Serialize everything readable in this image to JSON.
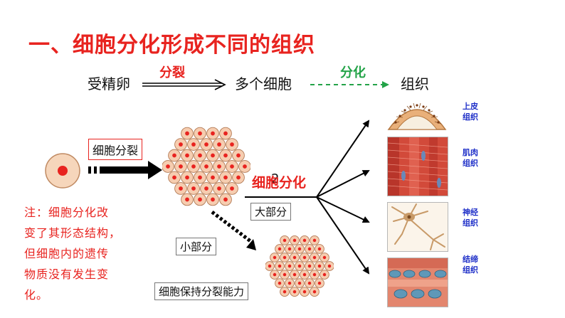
{
  "title": "一、细胞分化形成不同的组织",
  "flow": {
    "zygote": "受精卵",
    "division_label": "分裂",
    "many_cells": "多个细胞",
    "differentiation_label": "分化",
    "tissue": "组织"
  },
  "boxes": {
    "cell_division": "细胞分裂",
    "majority": "大部分",
    "minority": "小部分",
    "keep_division": "细胞保持分裂能力"
  },
  "differentiation_label": "细胞分化",
  "overlap_digit": "2",
  "note_lines": [
    "注：细胞分化改",
    "变了其形态结构，",
    "但细胞内的遗传",
    "物质没有发生变",
    "化。"
  ],
  "tissues": [
    {
      "label_lines": [
        "上皮",
        "组织"
      ],
      "icon": "epithelial-tissue-icon"
    },
    {
      "label_lines": [
        "肌肉",
        "组织"
      ],
      "icon": "muscle-tissue-icon"
    },
    {
      "label_lines": [
        "神经",
        "组织"
      ],
      "icon": "nerve-tissue-icon"
    },
    {
      "label_lines": [
        "结缔",
        "组织"
      ],
      "icon": "connective-tissue-icon"
    }
  ],
  "colors": {
    "accent_red": "#e8231f",
    "green": "#23a348",
    "tissue_label_blue": "#1e2fc8",
    "cell_fill": "#f6cdb0",
    "nucleus": "#e8231f"
  }
}
